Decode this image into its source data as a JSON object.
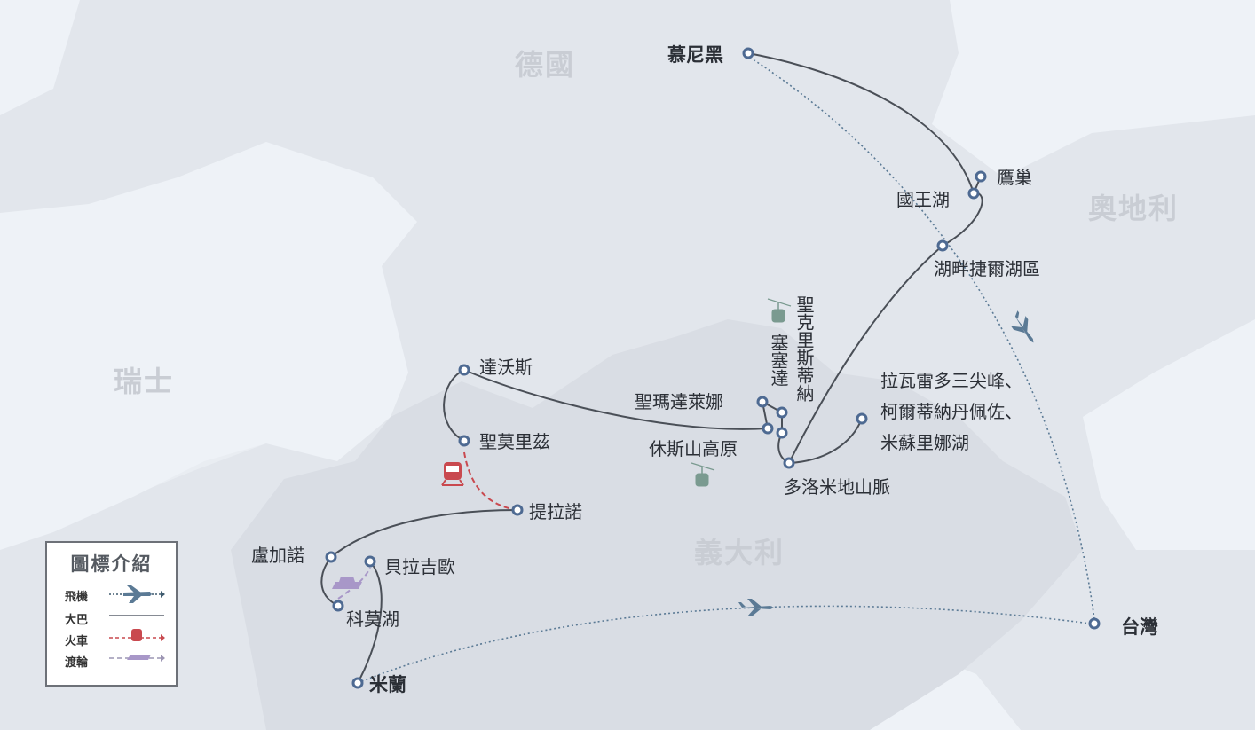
{
  "countries": {
    "germany": "德國",
    "austria": "奧地利",
    "switzerland": "瑞士",
    "italy": "義大利"
  },
  "places": {
    "munich": "慕尼黑",
    "eagles_nest": "鷹巢",
    "konigssee": "國王湖",
    "lakeside": "湖畔捷爾湖區",
    "st_christina": "聖克里斯蒂納",
    "seceda": "塞塞達",
    "st_maddalena": "聖瑪達萊娜",
    "seiser_alm": "休斯山高原",
    "dolomites": "多洛米地山脈",
    "tre_cime_1": "拉瓦雷多三尖峰、",
    "tre_cime_2": "柯爾蒂納丹佩佐、",
    "tre_cime_3": "米蘇里娜湖",
    "davos": "達沃斯",
    "st_moritz": "聖莫里茲",
    "tirano": "提拉諾",
    "lugano": "盧加諾",
    "bellagio": "貝拉吉歐",
    "como": "科莫湖",
    "milan": "米蘭",
    "taiwan": "台灣"
  },
  "legend": {
    "title": "圖標介紹",
    "items": [
      {
        "label": "飛機",
        "type": "flight"
      },
      {
        "label": "大巴",
        "type": "bus"
      },
      {
        "label": "火車",
        "type": "train"
      },
      {
        "label": "渡輪",
        "type": "ferry"
      }
    ]
  },
  "colors": {
    "bus": "#4a4f57",
    "flight": "#5b7a95",
    "train": "#c9494f",
    "ferry": "#a897c8",
    "node": "#4e6a92"
  }
}
